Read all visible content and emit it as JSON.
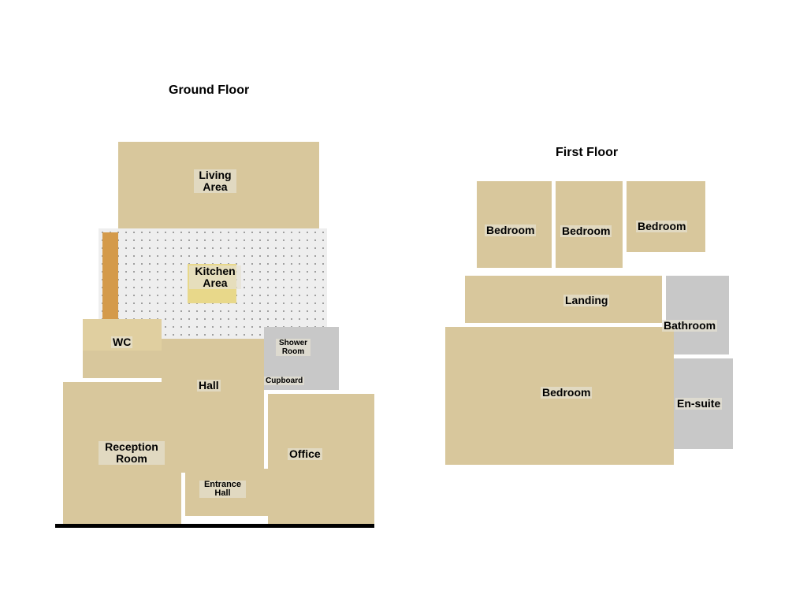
{
  "ground_floor": {
    "title": "Ground Floor",
    "rooms": [
      "Living Area",
      "Kitchen Area",
      "WC",
      "Shower Room",
      "Cupboard",
      "Hall",
      "Reception Room",
      "Office",
      "Entrance Hall"
    ]
  },
  "first_floor": {
    "title": "First Floor",
    "rooms": [
      "Bedroom",
      "Bedroom",
      "Bedroom",
      "Landing",
      "Bathroom",
      "Bedroom",
      "En-suite"
    ]
  }
}
